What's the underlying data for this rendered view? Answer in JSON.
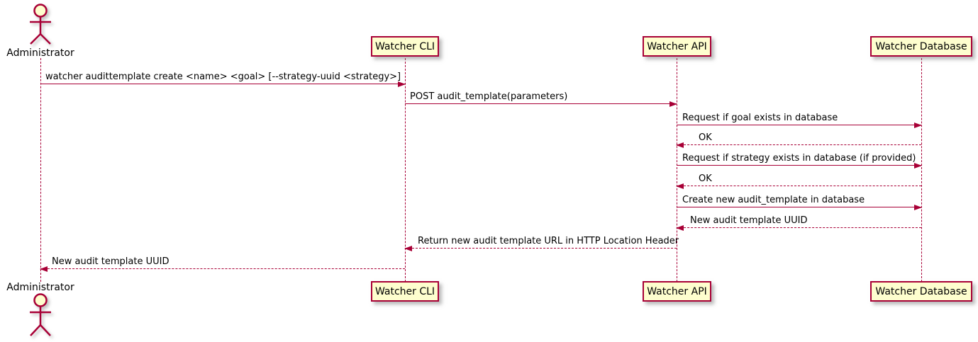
{
  "diagram": {
    "type": "sequence-diagram",
    "colors": {
      "stroke": "#A80036",
      "participant_fill": "#FEFECE",
      "background": "#FFFFFF",
      "text": "#000000"
    },
    "actor": {
      "label": "Administrator"
    },
    "participants": [
      {
        "label": "Watcher CLI"
      },
      {
        "label": "Watcher API"
      },
      {
        "label": "Watcher Database"
      }
    ],
    "messages": [
      {
        "from": "Administrator",
        "to": "Watcher CLI",
        "style": "solid",
        "label": "watcher audittemplate create <name> <goal> [--strategy-uuid <strategy>]"
      },
      {
        "from": "Watcher CLI",
        "to": "Watcher API",
        "style": "solid",
        "label": "POST audit_template(parameters)"
      },
      {
        "from": "Watcher API",
        "to": "Watcher Database",
        "style": "solid",
        "label": "Request if goal exists in database"
      },
      {
        "from": "Watcher Database",
        "to": "Watcher API",
        "style": "dashed",
        "label": "OK"
      },
      {
        "from": "Watcher API",
        "to": "Watcher Database",
        "style": "solid",
        "label": "Request if strategy exists in database (if provided)"
      },
      {
        "from": "Watcher Database",
        "to": "Watcher API",
        "style": "dashed",
        "label": "OK"
      },
      {
        "from": "Watcher API",
        "to": "Watcher Database",
        "style": "solid",
        "label": "Create new audit_template in database"
      },
      {
        "from": "Watcher Database",
        "to": "Watcher API",
        "style": "dashed",
        "label": "New audit template UUID"
      },
      {
        "from": "Watcher API",
        "to": "Watcher CLI",
        "style": "dashed",
        "label": "Return new audit template URL in HTTP Location Header"
      },
      {
        "from": "Watcher CLI",
        "to": "Administrator",
        "style": "dashed",
        "label": "New audit template UUID"
      }
    ]
  }
}
